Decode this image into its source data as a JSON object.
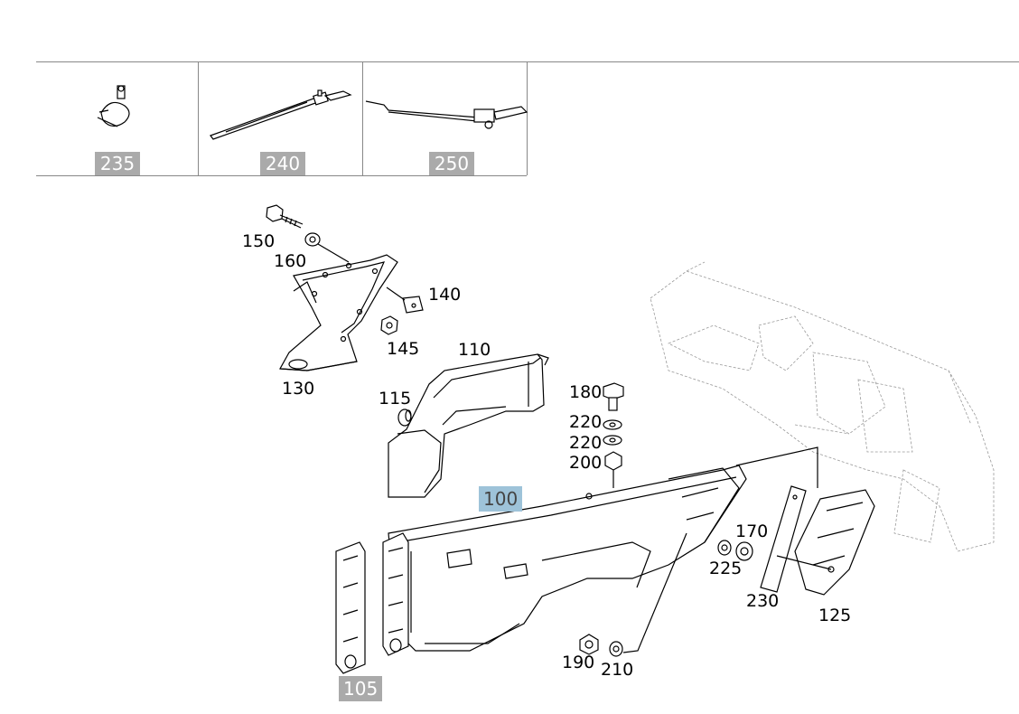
{
  "thumbnails": [
    {
      "label": "235",
      "icon": "hose-clamp-icon"
    },
    {
      "label": "240",
      "icon": "cable-tie-icon"
    },
    {
      "label": "250",
      "icon": "cable-tie-clip-icon"
    }
  ],
  "callouts": {
    "c150": "150",
    "c160": "160",
    "c140": "140",
    "c145": "145",
    "c130": "130",
    "c110": "110",
    "c115": "115",
    "c180": "180",
    "c220a": "220",
    "c220b": "220",
    "c200": "200",
    "c100": "100",
    "c170": "170",
    "c225": "225",
    "c230": "230",
    "c125": "125",
    "c105": "105",
    "c190": "190",
    "c210": "210"
  },
  "colors": {
    "highlight_selected": "#9ec3d9",
    "highlight_grey": "#aaaaaa"
  }
}
